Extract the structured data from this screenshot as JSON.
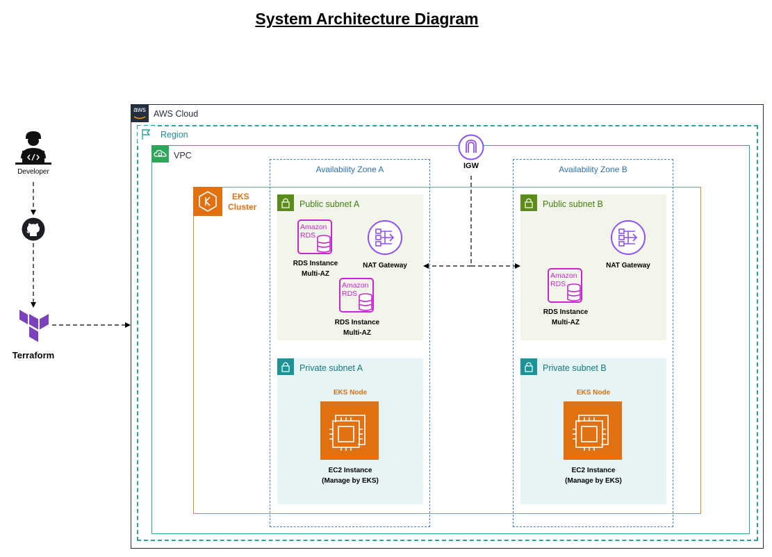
{
  "title": "System Architecture Diagram",
  "left_flow": {
    "developer_label": "Developer",
    "terraform_label": "Terraform"
  },
  "groups": {
    "aws_cloud": "AWS Cloud",
    "aws_badge": "aws",
    "region": "Region",
    "vpc": "VPC",
    "eks_cluster_line1": "EKS",
    "eks_cluster_line2": "Cluster",
    "az_a": "Availability Zone A",
    "az_b": "Availability Zone B",
    "igw": "IGW",
    "public_subnet_a": "Public subnet A",
    "public_subnet_b": "Public subnet B",
    "private_subnet_a": "Private subnet A",
    "private_subnet_b": "Private subnet B"
  },
  "services": {
    "rds_icon_text_1": "Amazon",
    "rds_icon_text_2": "RDS",
    "rds_label_1": "RDS Instance",
    "rds_label_2": "Multi-AZ",
    "nat_label": "NAT Gateway",
    "eks_node_label": "EKS Node",
    "ec2_label_1": "EC2 Instance",
    "ec2_label_2": "(Manage by EKS)"
  },
  "colors": {
    "aws_cloud_border": "#232f3e",
    "region_border": "#26a69a",
    "vpc_border": "#26a69a",
    "eks_orange": "#e07010",
    "az_border": "#3b7fc4",
    "public_subnet_fill": "#f2f5ea",
    "public_subnet_green": "#5b8c1a",
    "private_subnet_fill": "#e6f4f5",
    "private_subnet_teal": "#1a9296",
    "rds_magenta": "#c925d1",
    "nat_purple": "#8c4fff",
    "terraform_purple": "#7b42bc"
  }
}
